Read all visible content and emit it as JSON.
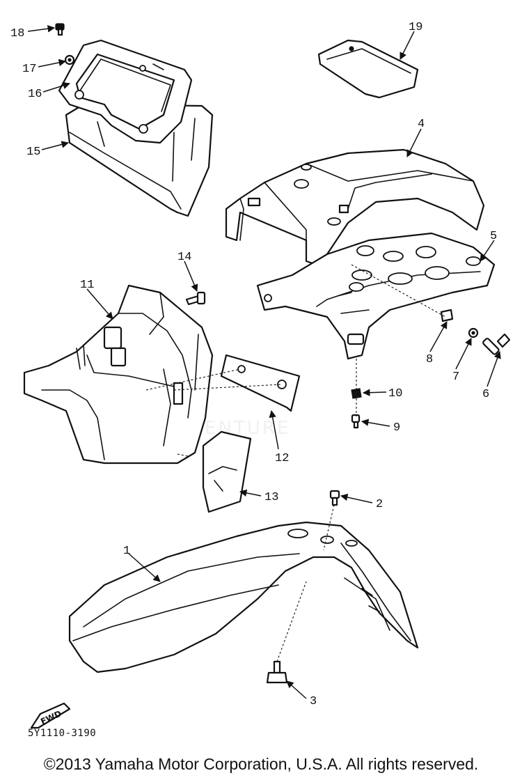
{
  "diagram": {
    "callouts": [
      {
        "id": "c1",
        "label": "1"
      },
      {
        "id": "c2",
        "label": "2"
      },
      {
        "id": "c3",
        "label": "3"
      },
      {
        "id": "c4",
        "label": "4"
      },
      {
        "id": "c5",
        "label": "5"
      },
      {
        "id": "c6",
        "label": "6"
      },
      {
        "id": "c7",
        "label": "7"
      },
      {
        "id": "c8",
        "label": "8"
      },
      {
        "id": "c9",
        "label": "9"
      },
      {
        "id": "c10",
        "label": "10"
      },
      {
        "id": "c11",
        "label": "11"
      },
      {
        "id": "c12",
        "label": "12"
      },
      {
        "id": "c13",
        "label": "13"
      },
      {
        "id": "c14",
        "label": "14"
      },
      {
        "id": "c15",
        "label": "15"
      },
      {
        "id": "c16",
        "label": "16"
      },
      {
        "id": "c17",
        "label": "17"
      },
      {
        "id": "c18",
        "label": "18"
      },
      {
        "id": "c19",
        "label": "19"
      }
    ],
    "fwd_marker": "FWD",
    "part_code": "5Y1110-3190",
    "watermark": "ADVENTURE"
  },
  "footer": {
    "copyright": "©2013 Yamaha Motor Corporation, U.S.A. All rights reserved."
  }
}
